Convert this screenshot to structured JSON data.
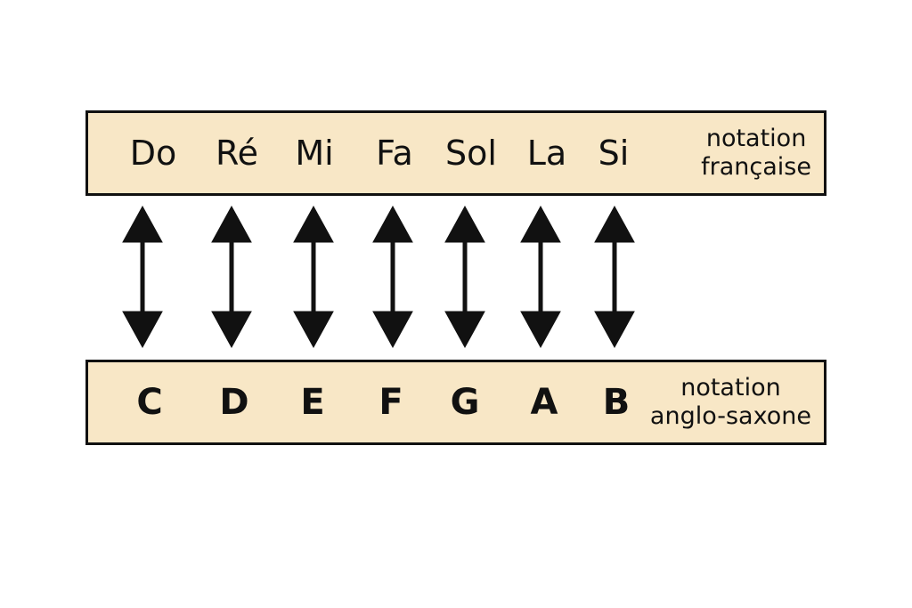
{
  "french": {
    "notes": [
      "Do",
      "Ré",
      "Mi",
      "Fa",
      "Sol",
      "La",
      "Si"
    ],
    "label_line1": "notation",
    "label_line2": "française"
  },
  "english": {
    "notes": [
      "C",
      "D",
      "E",
      "F",
      "G",
      "A",
      "B"
    ],
    "label_line1": "notation",
    "label_line2": "anglo-saxone"
  },
  "colors": {
    "band_fill": "#f8e7c6",
    "ink": "#111111"
  }
}
